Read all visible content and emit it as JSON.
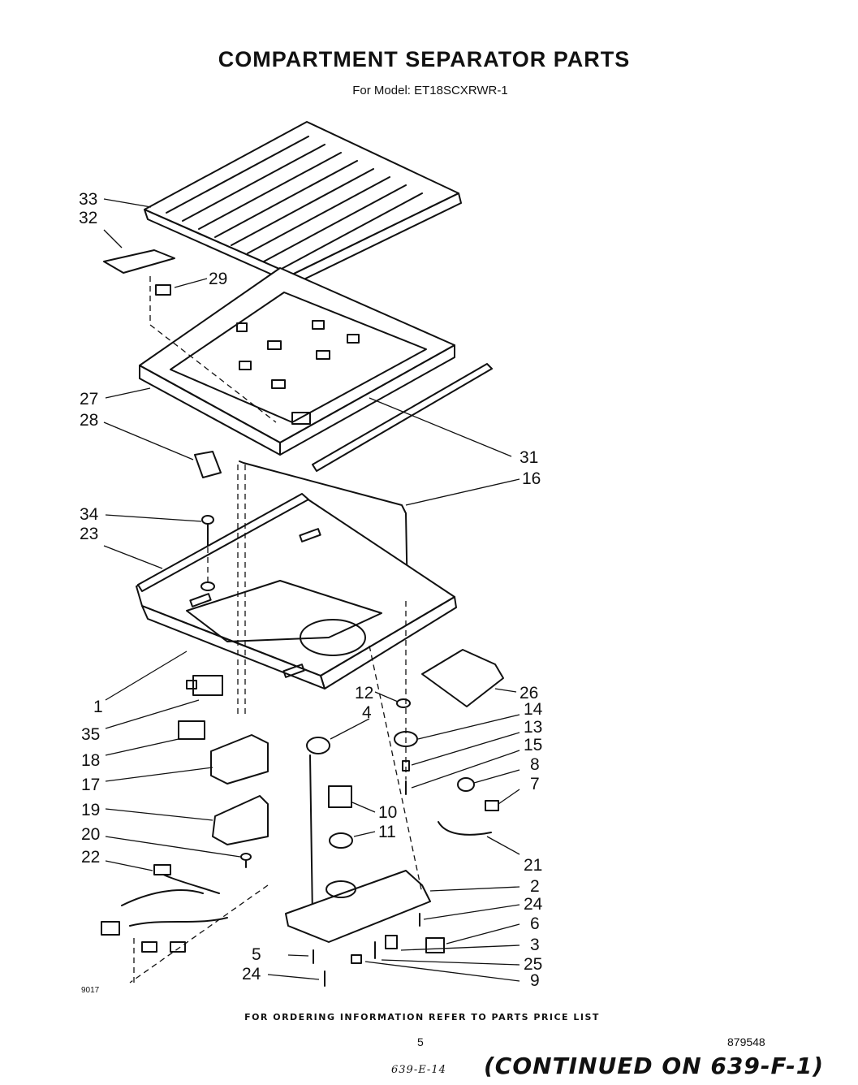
{
  "title": "COMPARTMENT SEPARATOR PARTS",
  "subtitle": "For Model: ET18SCXRWR-1",
  "figure_code": "9017",
  "footer_note": "FOR ORDERING INFORMATION REFER TO PARTS PRICE LIST",
  "page_number": "5",
  "document_number": "879548",
  "handwritten_note": "639-E-14",
  "continued_note": "(CONTINUED ON 639-F-1)",
  "callouts": {
    "c33": "33",
    "c32": "32",
    "c29": "29",
    "c27": "27",
    "c28": "28",
    "c31": "31",
    "c16": "16",
    "c34": "34",
    "c23": "23",
    "c1": "1",
    "c35": "35",
    "c18": "18",
    "c17": "17",
    "c19": "19",
    "c20": "20",
    "c22": "22",
    "c12": "12",
    "c4": "4",
    "c26": "26",
    "c14": "14",
    "c13": "13",
    "c15": "15",
    "c8": "8",
    "c7": "7",
    "c10": "10",
    "c11": "11",
    "c21": "21",
    "c2": "2",
    "c24a": "24",
    "c6": "6",
    "c3": "3",
    "c5": "5",
    "c25": "25",
    "c24b": "24",
    "c9": "9"
  }
}
